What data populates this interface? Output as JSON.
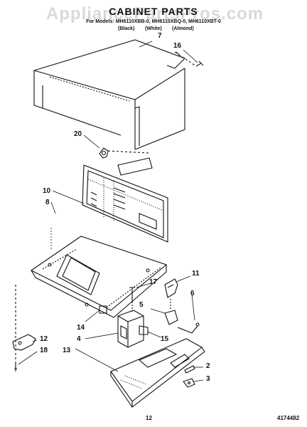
{
  "watermark": "AppliancePartsPros.com",
  "header": {
    "title": "CABINET PARTS",
    "models_line": "For Models: MH6110XBB-0, MH6110XBQ-0, MH6110XBT-0",
    "variants": [
      "(Black)",
      "(White)",
      "(Almond)"
    ]
  },
  "callouts": [
    "7",
    "16",
    "20",
    "10",
    "8",
    "11",
    "17",
    "6",
    "5",
    "14",
    "4",
    "15",
    "12",
    "18",
    "13",
    "2",
    "3"
  ],
  "footer": {
    "page_number": "12",
    "document_number": "4174482"
  }
}
